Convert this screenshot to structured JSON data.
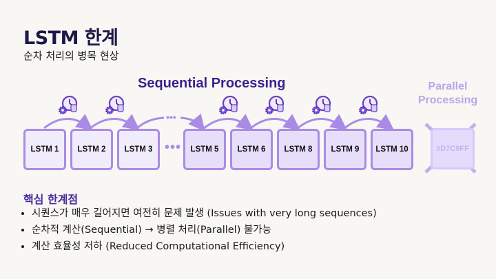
{
  "header": {
    "title": "LSTM 한계",
    "subtitle": "순차 처리의 병목 현상"
  },
  "diagram": {
    "sequential_title": "Sequential Processing",
    "parallel_title": "Parallel Processing",
    "cells": [
      "LSTM 1",
      "LSTM 2",
      "LSTM 3",
      "LSTM 5",
      "LSTM 6",
      "LSTM 8",
      "LSTM 9",
      "LSTM 10"
    ],
    "ellipsis": "•••",
    "parallel_box_label": "#D7C9FF",
    "icon": "clock-gear-hand-icon",
    "colors": {
      "accent": "#a98be6",
      "title": "#1e1848",
      "heading": "#4a2a9c",
      "parallel": "#d7c9ff"
    }
  },
  "limits": {
    "heading": "핵심 한계점",
    "items": [
      "시퀀스가 매우 길어지면 여전히 문제 발생 (Issues with very long sequences)",
      "순차적 계산(Sequential) → 병렬 처리(Parallel) 불가능",
      "계산 효율성 저하 (Reduced Computational Efficiency)"
    ]
  }
}
